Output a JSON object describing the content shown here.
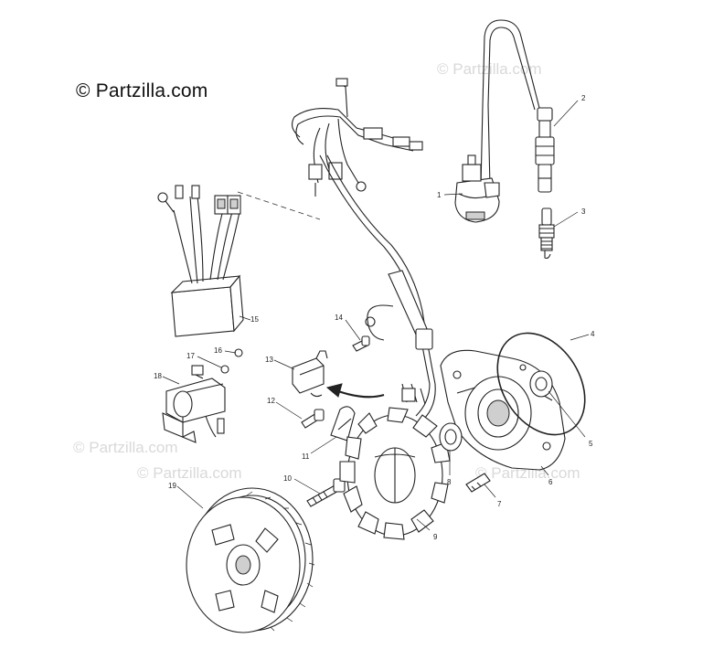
{
  "copyright": "© Partzilla.com",
  "watermarks": [
    "© Partzilla.com",
    "© Partzilla.com",
    "© Partzilla.com",
    "© Partzilla.com"
  ],
  "callouts": [
    "1",
    "2",
    "3",
    "4",
    "5",
    "6",
    "7",
    "8",
    "9",
    "10",
    "11",
    "12",
    "13",
    "14",
    "15",
    "16",
    "17",
    "18",
    "19"
  ],
  "colors": {
    "line": "#222222",
    "watermark": "#d9d9d9",
    "background": "#ffffff"
  }
}
